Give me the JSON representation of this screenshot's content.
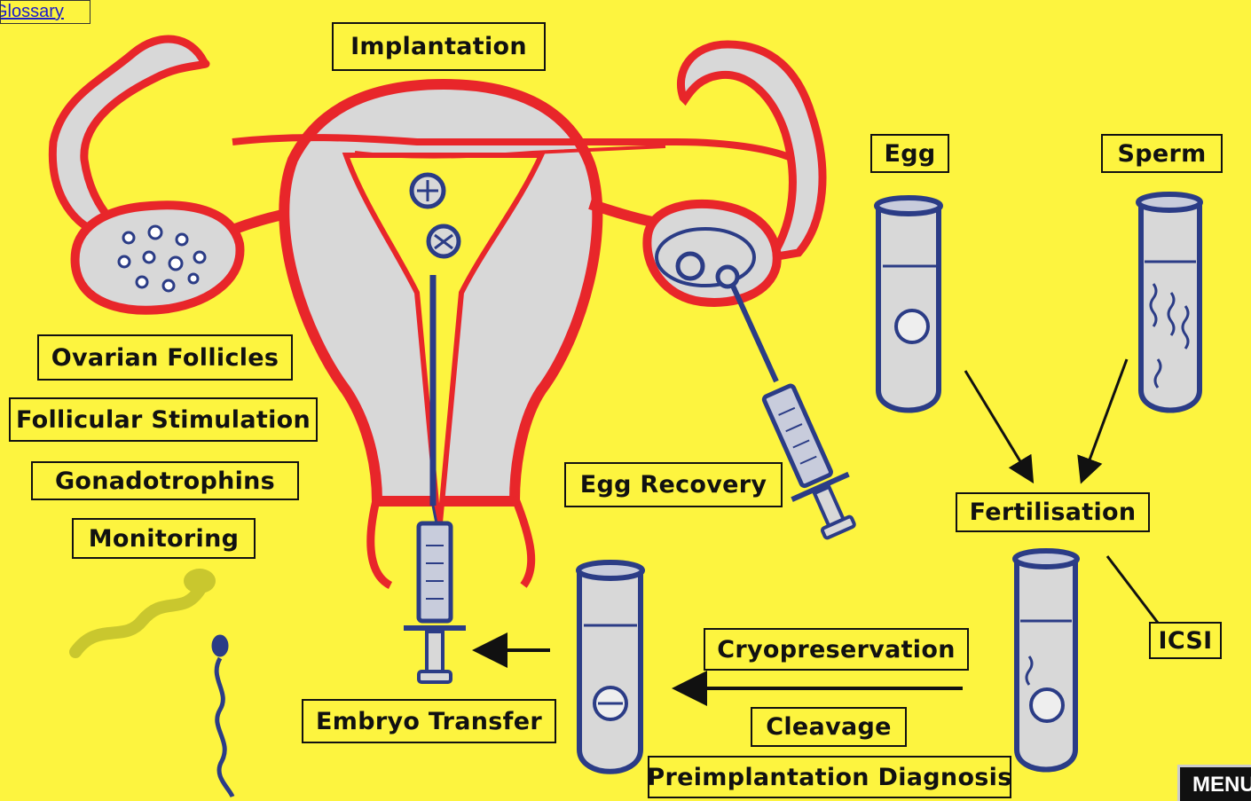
{
  "glossary_link": "Glossary",
  "menu_button": "MENU",
  "labels": {
    "implantation": "Implantation",
    "egg": "Egg",
    "sperm": "Sperm",
    "ovarian_follicles": "Ovarian Follicles",
    "follicular_stimulation": "Follicular Stimulation",
    "gonadotrophins": "Gonadotrophins",
    "monitoring": "Monitoring",
    "egg_recovery": "Egg Recovery",
    "fertilisation": "Fertilisation",
    "icsi": "ICSI",
    "cryopreservation": "Cryopreservation",
    "cleavage": "Cleavage",
    "embryo_transfer": "Embryo Transfer",
    "preimplantation_diagnosis": "Preimplantation Diagnosis"
  },
  "colors": {
    "background": "#fdf43f",
    "uterus_red": "#e8262a",
    "tissue_gray": "#d8d8d8",
    "tube_blue": "#2b3c86",
    "arrow_black": "#111111"
  }
}
